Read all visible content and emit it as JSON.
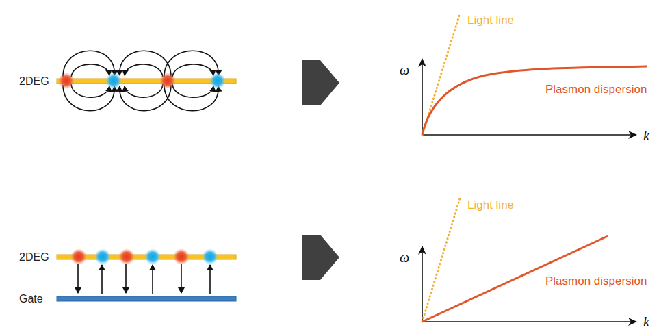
{
  "diagram": {
    "labels": [
      "2DEG",
      "ω",
      "Light line",
      "k",
      "Plasmon dispersion",
      "2DEG",
      "Gate",
      "ω",
      "Light line",
      "k",
      "Plasmon dispersion"
    ]
  }
}
